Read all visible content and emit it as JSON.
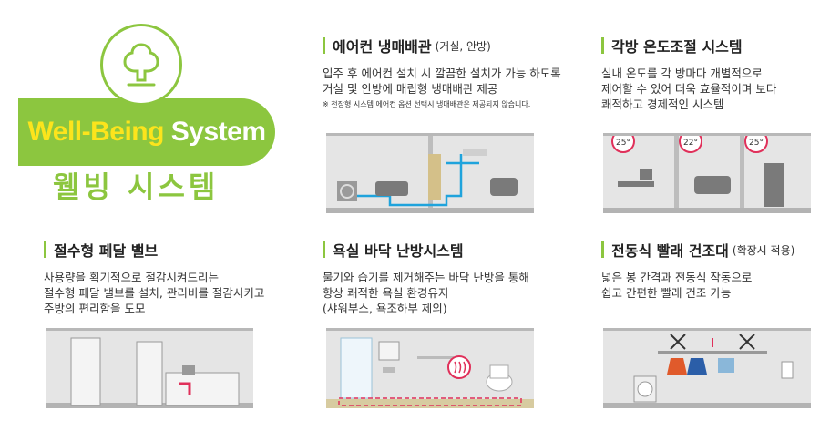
{
  "brand": {
    "logo_text_part1": "Well-Being",
    "logo_text_part2": " System",
    "subtitle": "웰빙 시스템",
    "icon": "tree-icon",
    "accent_color": "#8cc63f",
    "highlight_color": "#fce41c"
  },
  "features": [
    {
      "title": "에어컨 냉매배관",
      "title_note": "(거실, 안방)",
      "desc": [
        "입주 후 에어컨 설치 시 깔끔한 설치가 가능 하도록",
        "거실 및 안방에 매립형 냉매배관 제공"
      ],
      "note": "※ 천장형 시스템 에어컨 옵션 선택시 냉매배관은 제공되지 않습니다."
    },
    {
      "title": "각방 온도조절 시스템",
      "title_note": "",
      "desc": [
        "실내 온도를 각 방마다 개별적으로",
        "제어할 수 있어 더욱 효율적이며 보다",
        "쾌적하고 경제적인 시스템"
      ],
      "thermostats": [
        "25°",
        "22°",
        "25°"
      ]
    },
    {
      "title": "절수형 페달 밸브",
      "title_note": "",
      "desc": [
        "사용량을 획기적으로 절감시켜드리는",
        "절수형 페달 밸브를 설치, 관리비를 절감시키고",
        "주방의 편리함을 도모"
      ]
    },
    {
      "title": "욕실 바닥 난방시스템",
      "title_note": "",
      "desc": [
        "물기와 습기를 제거해주는 바닥 난방을 통해",
        "항상 쾌적한 욕실 환경유지",
        "(샤워부스, 욕조하부 제외)"
      ]
    },
    {
      "title": "전동식 빨래 건조대",
      "title_note": "(확장시 적용)",
      "desc": [
        "넓은 봉 간격과 전동식 작동으로",
        "쉽고 간편한 빨래 건조 가능"
      ]
    }
  ]
}
